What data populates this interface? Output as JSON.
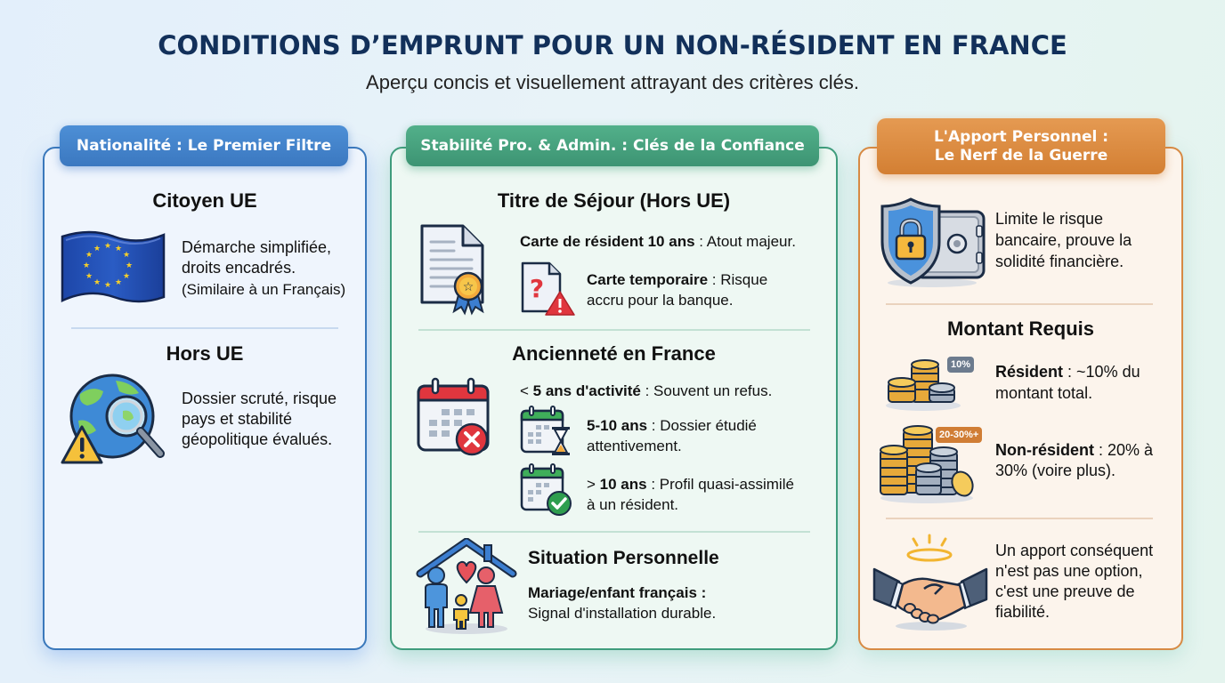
{
  "header": {
    "title": "CONDITIONS D’EMPRUNT POUR UN NON-RÉSIDENT EN FRANCE",
    "subtitle": "Aperçu concis et visuellement attrayant des critères clés."
  },
  "colors": {
    "title": "#12305a",
    "blue_accent": "#3b78c0",
    "green_accent": "#3d9473",
    "orange_accent": "#d37f33"
  },
  "nationalite": {
    "tab": "Nationalité : Le Premier Filtre",
    "ue": {
      "heading": "Citoyen UE",
      "line1": "Démarche simplifiée,",
      "line2": "droits encadrés.",
      "line3": "(Similaire à un Français)",
      "icon": "eu-flag-icon"
    },
    "hors_ue": {
      "heading": "Hors UE",
      "line1": "Dossier scruté, risque",
      "line2": "pays et stabilité",
      "line3": "géopolitique évalués.",
      "icon": "globe-magnifier-warning-icon"
    }
  },
  "stabilite": {
    "tab": "Stabilité Pro. & Admin. : Clés de la Confiance",
    "titre_sejour": {
      "heading": "Titre de Séjour (Hors UE)",
      "item1_bold": "Carte de résident 10 ans",
      "item1_rest": " : Atout majeur.",
      "item2_bold": "Carte temporaire",
      "item2_rest": " : Risque",
      "item2_line2": "accru pour la banque.",
      "icons": [
        "certificate-document-icon",
        "question-document-warning-icon"
      ]
    },
    "anciennete": {
      "heading": "Ancienneté en France",
      "item1_prefix": "< ",
      "item1_bold": "5 ans d'activité",
      "item1_rest": " : Souvent un refus.",
      "item2_bold": "5-10 ans",
      "item2_rest": " : Dossier étudié",
      "item2_line2": "attentivement.",
      "item3_prefix": "> ",
      "item3_bold": "10 ans",
      "item3_rest": " : Profil quasi-assimilé",
      "item3_line2": "à un résident.",
      "icons": [
        "calendar-refused-icon",
        "calendar-hourglass-icon",
        "calendar-check-icon"
      ]
    },
    "situation": {
      "heading": "Situation Personnelle",
      "line1_bold": "Mariage/enfant français :",
      "line2": "Signal d'installation durable.",
      "icon": "family-house-icon"
    }
  },
  "apport": {
    "tab_line1": "L'Apport Personnel :",
    "tab_line2": "Le Nerf de la Guerre",
    "intro": {
      "line1": "Limite le risque",
      "line2": "bancaire, prouve la",
      "line3": "solidité financière.",
      "icon": "shield-lock-safe-icon"
    },
    "montant": {
      "heading": "Montant Requis",
      "resident_badge": "10%",
      "resident_bold": "Résident",
      "resident_rest": " : ~10% du",
      "resident_line2": "montant total.",
      "nonresident_badge": "20-30%+",
      "nonresident_bold": "Non-résident",
      "nonresident_rest": " : 20% à",
      "nonresident_line2": "30% (voire plus).",
      "icons": [
        "coins-small-stack-icon",
        "coins-large-stack-icon"
      ]
    },
    "conclusion": {
      "line1": "Un apport conséquent",
      "line2": "n'est pas une option,",
      "line3": "c'est une preuve de",
      "line4": "fiabilité.",
      "icon": "handshake-halo-icon"
    }
  }
}
